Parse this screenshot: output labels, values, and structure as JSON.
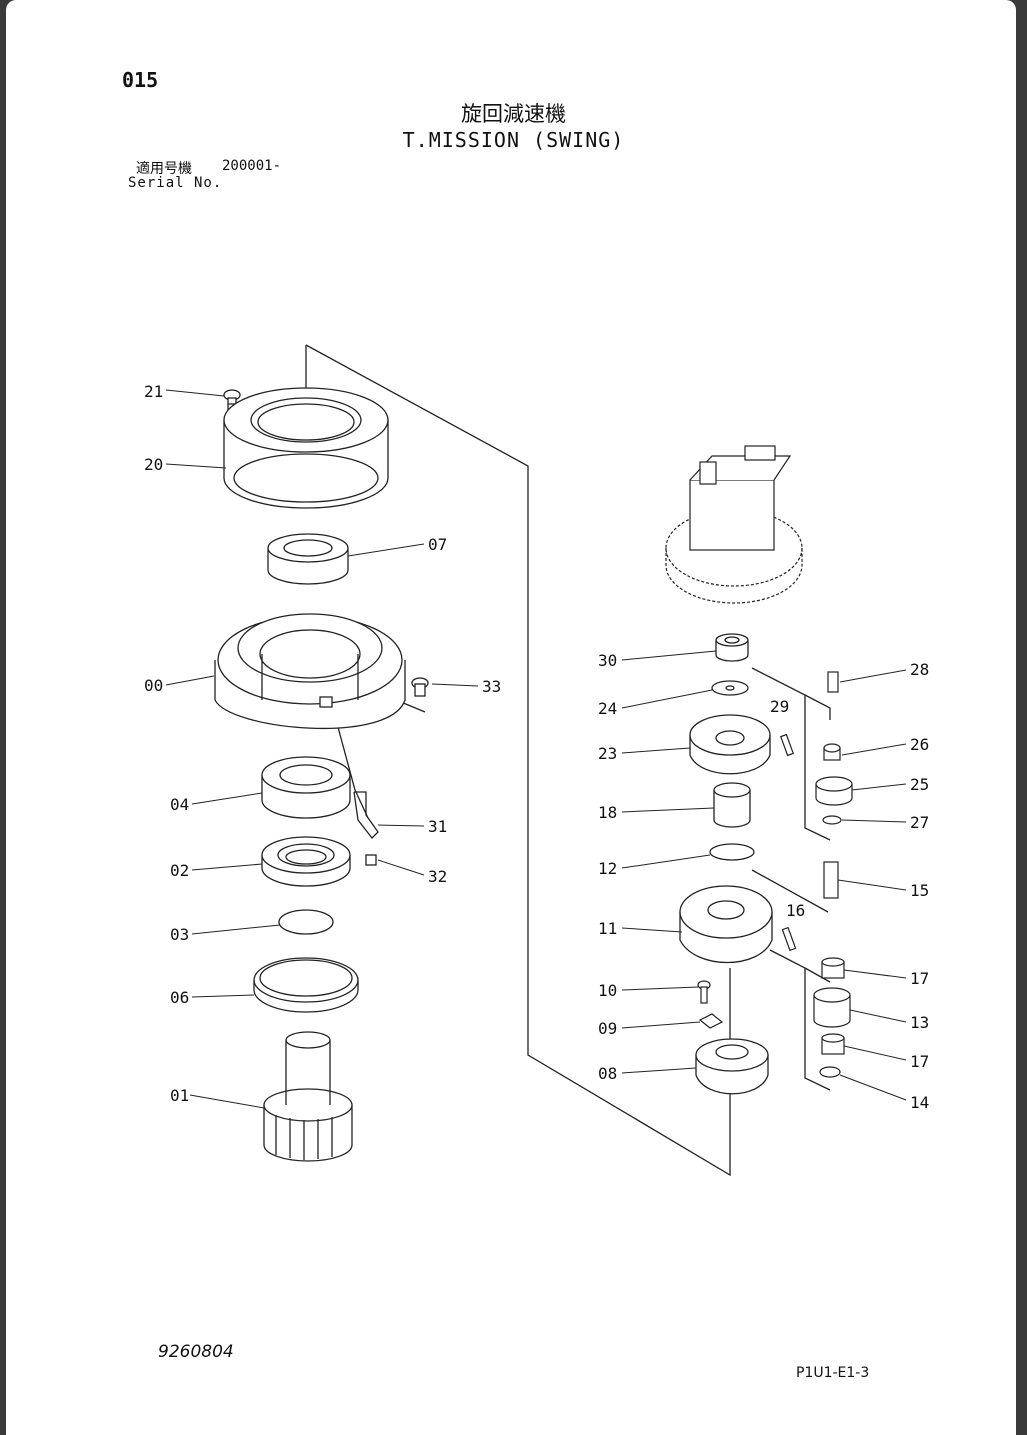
{
  "header": {
    "page_number": "015",
    "title_jp": "旋回減速機",
    "title_en": "T.MISSION (SWING)",
    "serial_label_jp": "適用号機",
    "serial_value": "200001-",
    "serial_label_en": "Serial No."
  },
  "footer": {
    "document_number": "9260804",
    "page_code": "P1U1-E1-3"
  },
  "callouts": {
    "p00": "00",
    "p01": "01",
    "p02": "02",
    "p03": "03",
    "p04": "04",
    "p06": "06",
    "p07": "07",
    "p08": "08",
    "p09": "09",
    "p10": "10",
    "p11": "11",
    "p12": "12",
    "p13": "13",
    "p14": "14",
    "p15": "15",
    "p16": "16",
    "p17a": "17",
    "p17b": "17",
    "p18": "18",
    "p20": "20",
    "p21": "21",
    "p23": "23",
    "p24": "24",
    "p25": "25",
    "p26": "26",
    "p27": "27",
    "p28": "28",
    "p29": "29",
    "p30": "30",
    "p31": "31",
    "p32": "32",
    "p33": "33"
  }
}
